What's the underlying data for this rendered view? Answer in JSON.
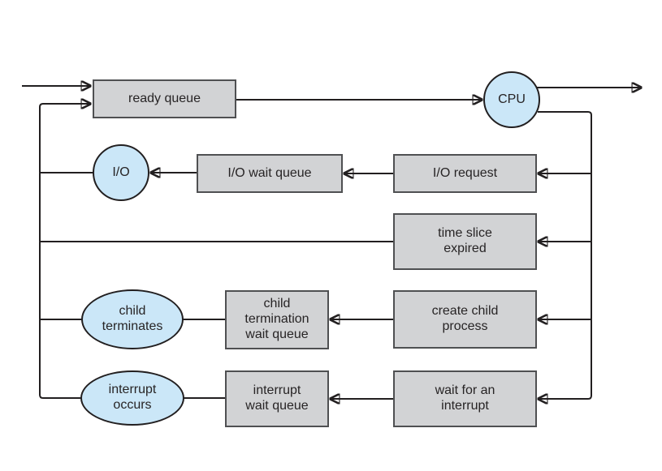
{
  "diagram": {
    "nodes": {
      "ready_queue": {
        "label": "ready queue",
        "shape": "rect"
      },
      "cpu": {
        "label": "CPU",
        "shape": "circle"
      },
      "io": {
        "label": "I/O",
        "shape": "circle"
      },
      "io_wait_queue": {
        "label": "I/O wait queue",
        "shape": "rect"
      },
      "io_request": {
        "label": "I/O request",
        "shape": "rect"
      },
      "time_slice_expired": {
        "label": "time slice\nexpired",
        "shape": "rect"
      },
      "child_terminates": {
        "label": "child\nterminates",
        "shape": "ellipse"
      },
      "child_termination_wait_queue": {
        "label": "child\ntermination\nwait queue",
        "shape": "rect"
      },
      "create_child_process": {
        "label": "create child\nprocess",
        "shape": "rect"
      },
      "interrupt_occurs": {
        "label": "interrupt\noccurs",
        "shape": "ellipse"
      },
      "interrupt_wait_queue": {
        "label": "interrupt\nwait queue",
        "shape": "rect"
      },
      "wait_for_an_interrupt": {
        "label": "wait for an\ninterrupt",
        "shape": "rect"
      }
    },
    "edges": [
      {
        "from": "entry",
        "to": "ready_queue",
        "arrow": true
      },
      {
        "from": "feedback_line",
        "to": "ready_queue",
        "arrow": true
      },
      {
        "from": "ready_queue",
        "to": "cpu",
        "arrow": true
      },
      {
        "from": "cpu",
        "to": "exit",
        "arrow": true
      },
      {
        "from": "cpu",
        "to": "io_request",
        "arrow": true
      },
      {
        "from": "cpu",
        "to": "time_slice_expired",
        "arrow": true
      },
      {
        "from": "cpu",
        "to": "create_child_process",
        "arrow": true
      },
      {
        "from": "cpu",
        "to": "wait_for_an_interrupt",
        "arrow": true
      },
      {
        "from": "io_request",
        "to": "io_wait_queue",
        "arrow": true
      },
      {
        "from": "io_wait_queue",
        "to": "io",
        "arrow": true
      },
      {
        "from": "create_child_process",
        "to": "child_termination_wait_queue",
        "arrow": true
      },
      {
        "from": "wait_for_an_interrupt",
        "to": "interrupt_wait_queue",
        "arrow": true
      },
      {
        "from": "io",
        "to": "feedback_line",
        "arrow": false
      },
      {
        "from": "time_slice_expired",
        "to": "feedback_line",
        "arrow": false
      },
      {
        "from": "child_terminates",
        "to": "feedback_line",
        "arrow": false
      },
      {
        "from": "interrupt_occurs",
        "to": "feedback_line",
        "arrow": false
      }
    ],
    "colors": {
      "box_fill": "#d2d3d5",
      "box_border": "#4f5052",
      "bubble_fill": "#cbe7f8",
      "line": "#221f20",
      "text": "#272425",
      "background": "#ffffff"
    }
  }
}
